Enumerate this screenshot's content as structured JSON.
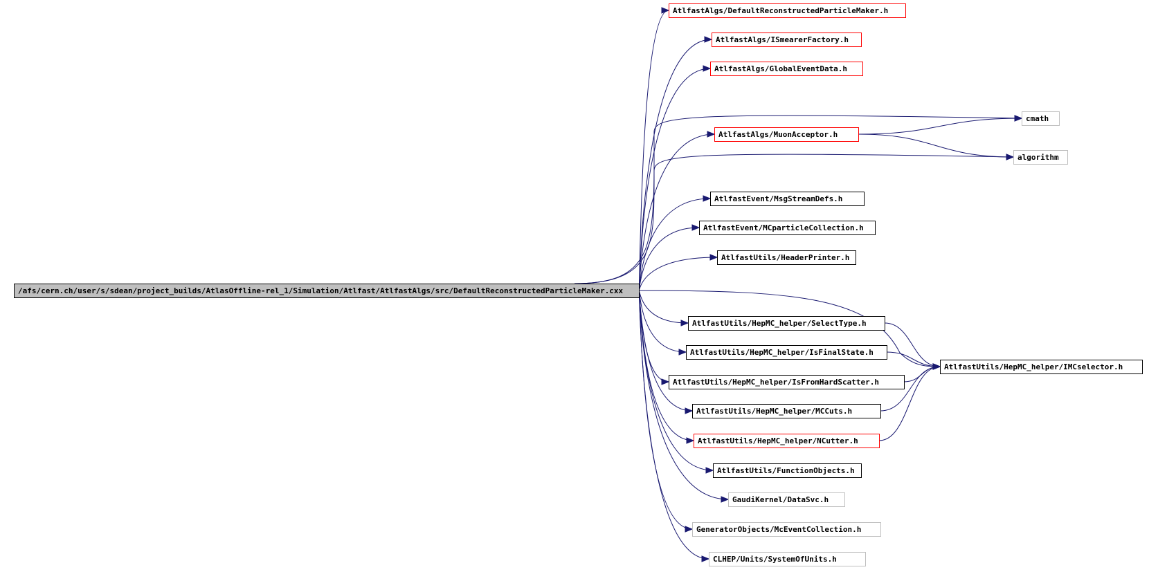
{
  "colors": {
    "edge": "#191970",
    "root_fill": "#bfbfbf",
    "border_documented": "#000000",
    "border_undocumented": "#ff0000",
    "border_external": "#bfbfbf"
  },
  "nodes": [
    {
      "id": "root",
      "label": "/afs/cern.ch/user/s/sdean/project_builds/AtlasOffline-rel_1/Simulation/Atlfast/AtlfastAlgs/src/DefaultReconstructedParticleMaker.cxx",
      "kind": "root"
    },
    {
      "id": "n1",
      "label": "AtlfastAlgs/DefaultReconstructedParticleMaker.h",
      "kind": "undocumented"
    },
    {
      "id": "n2",
      "label": "AtlfastAlgs/ISmearerFactory.h",
      "kind": "undocumented"
    },
    {
      "id": "n3",
      "label": "AtlfastAlgs/GlobalEventData.h",
      "kind": "undocumented"
    },
    {
      "id": "n4",
      "label": "cmath",
      "kind": "external"
    },
    {
      "id": "n5",
      "label": "AtlfastAlgs/MuonAcceptor.h",
      "kind": "undocumented"
    },
    {
      "id": "n6",
      "label": "algorithm",
      "kind": "external"
    },
    {
      "id": "n7",
      "label": "AtlfastEvent/MsgStreamDefs.h",
      "kind": "documented"
    },
    {
      "id": "n8",
      "label": "AtlfastEvent/MCparticleCollection.h",
      "kind": "documented"
    },
    {
      "id": "n9",
      "label": "AtlfastUtils/HeaderPrinter.h",
      "kind": "documented"
    },
    {
      "id": "n10",
      "label": "AtlfastUtils/HepMC_helper/SelectType.h",
      "kind": "documented"
    },
    {
      "id": "n11",
      "label": "AtlfastUtils/HepMC_helper/IsFinalState.h",
      "kind": "documented"
    },
    {
      "id": "n12",
      "label": "AtlfastUtils/HepMC_helper/IMCselector.h",
      "kind": "documented"
    },
    {
      "id": "n13",
      "label": "AtlfastUtils/HepMC_helper/IsFromHardScatter.h",
      "kind": "documented"
    },
    {
      "id": "n14",
      "label": "AtlfastUtils/HepMC_helper/MCCuts.h",
      "kind": "documented"
    },
    {
      "id": "n15",
      "label": "AtlfastUtils/HepMC_helper/NCutter.h",
      "kind": "undocumented"
    },
    {
      "id": "n16",
      "label": "AtlfastUtils/FunctionObjects.h",
      "kind": "documented"
    },
    {
      "id": "n17",
      "label": "GaudiKernel/DataSvc.h",
      "kind": "external"
    },
    {
      "id": "n18",
      "label": "GeneratorObjects/McEventCollection.h",
      "kind": "external"
    },
    {
      "id": "n19",
      "label": "CLHEP/Units/SystemOfUnits.h",
      "kind": "external"
    }
  ],
  "edges": [
    [
      "root",
      "n1"
    ],
    [
      "root",
      "n2"
    ],
    [
      "root",
      "n3"
    ],
    [
      "root",
      "n4"
    ],
    [
      "root",
      "n5"
    ],
    [
      "root",
      "n6"
    ],
    [
      "root",
      "n7"
    ],
    [
      "root",
      "n8"
    ],
    [
      "root",
      "n9"
    ],
    [
      "root",
      "n10"
    ],
    [
      "root",
      "n11"
    ],
    [
      "root",
      "n12"
    ],
    [
      "root",
      "n13"
    ],
    [
      "root",
      "n14"
    ],
    [
      "root",
      "n15"
    ],
    [
      "root",
      "n16"
    ],
    [
      "root",
      "n17"
    ],
    [
      "root",
      "n18"
    ],
    [
      "root",
      "n19"
    ],
    [
      "n5",
      "n4"
    ],
    [
      "n5",
      "n6"
    ],
    [
      "n10",
      "n12"
    ],
    [
      "n11",
      "n12"
    ],
    [
      "n13",
      "n12"
    ],
    [
      "n14",
      "n12"
    ],
    [
      "n15",
      "n12"
    ]
  ]
}
